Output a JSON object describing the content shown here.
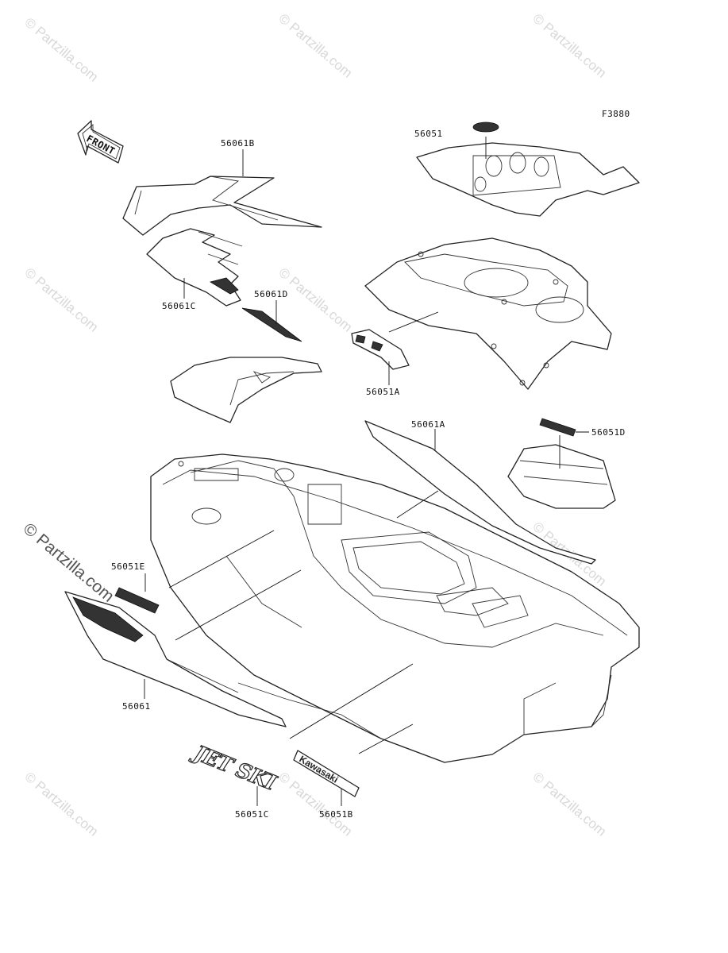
{
  "figure_code": "F3880",
  "front_arrow_label": "FRONT",
  "watermark_text": "© Partzilla.com",
  "decal_texts": {
    "jetski": "JET SKI",
    "kawasaki": "Kawasaki"
  },
  "callouts": [
    {
      "id": "c-56061b",
      "label": "56061B"
    },
    {
      "id": "c-56061c",
      "label": "56061C"
    },
    {
      "id": "c-56061d",
      "label": "56061D"
    },
    {
      "id": "c-56051",
      "label": "56051"
    },
    {
      "id": "c-56051a",
      "label": "56051A"
    },
    {
      "id": "c-56061a",
      "label": "56061A"
    },
    {
      "id": "c-56051d",
      "label": "56051D"
    },
    {
      "id": "c-56051e",
      "label": "56051E"
    },
    {
      "id": "c-56061",
      "label": "56061"
    },
    {
      "id": "c-56051c",
      "label": "56051C"
    },
    {
      "id": "c-56051b",
      "label": "56051B"
    }
  ]
}
